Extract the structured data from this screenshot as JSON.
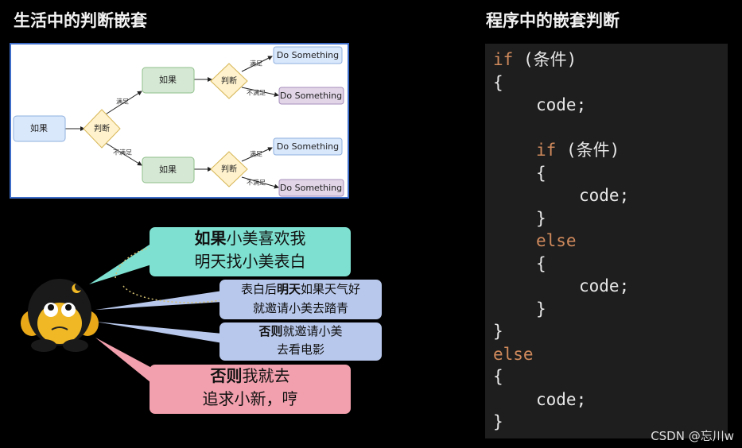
{
  "left_title": "生活中的判断嵌套",
  "right_title": "程序中的嵌套判断",
  "flowchart": {
    "root": "如果",
    "decision": "判断",
    "satisfy": "满足",
    "not_satisfy": "不满足",
    "branch_top": "如果",
    "branch_bottom": "如果",
    "action": "Do Something"
  },
  "code_lines": [
    {
      "kw": "if",
      "rest": " (条件)",
      "indent": 0
    },
    {
      "kw": "",
      "rest": "{",
      "indent": 0
    },
    {
      "kw": "",
      "rest": "code;",
      "indent": 1
    },
    {
      "kw": "",
      "rest": "",
      "indent": 0
    },
    {
      "kw": "if",
      "rest": " (条件)",
      "indent": 1
    },
    {
      "kw": "",
      "rest": "{",
      "indent": 1
    },
    {
      "kw": "",
      "rest": "code;",
      "indent": 2
    },
    {
      "kw": "",
      "rest": "}",
      "indent": 1
    },
    {
      "kw": "else",
      "rest": "",
      "indent": 1
    },
    {
      "kw": "",
      "rest": "{",
      "indent": 1
    },
    {
      "kw": "",
      "rest": "code;",
      "indent": 2
    },
    {
      "kw": "",
      "rest": "}",
      "indent": 1
    },
    {
      "kw": "",
      "rest": "}",
      "indent": 0
    },
    {
      "kw": "else",
      "rest": "",
      "indent": 0
    },
    {
      "kw": "",
      "rest": "{",
      "indent": 0
    },
    {
      "kw": "",
      "rest": "code;",
      "indent": 1
    },
    {
      "kw": "",
      "rest": "}",
      "indent": 0
    }
  ],
  "bubbles": {
    "b1_bold": "如果",
    "b1_line1": "小美喜欢我",
    "b1_line2": "明天找小美表白",
    "b2_pre": "表白后",
    "b2_bold": "明天",
    "b2_post": "如果天气好",
    "b2_line2": "就邀请小美去踏青",
    "b3_bold": "否则",
    "b3_post": "就邀请小美",
    "b3_line2": "去看电影",
    "b4_bold": "否则",
    "b4_post": "我就去",
    "b4_line2": "追求小新，哼"
  },
  "watermark": "CSDN @忘川w",
  "colors": {
    "keyword": "#d08a5c",
    "code_bg": "#1e1e1e",
    "bubble_teal": "#7ee0d0",
    "bubble_blue": "#b8c8ec",
    "bubble_pink": "#f2a0ad"
  }
}
